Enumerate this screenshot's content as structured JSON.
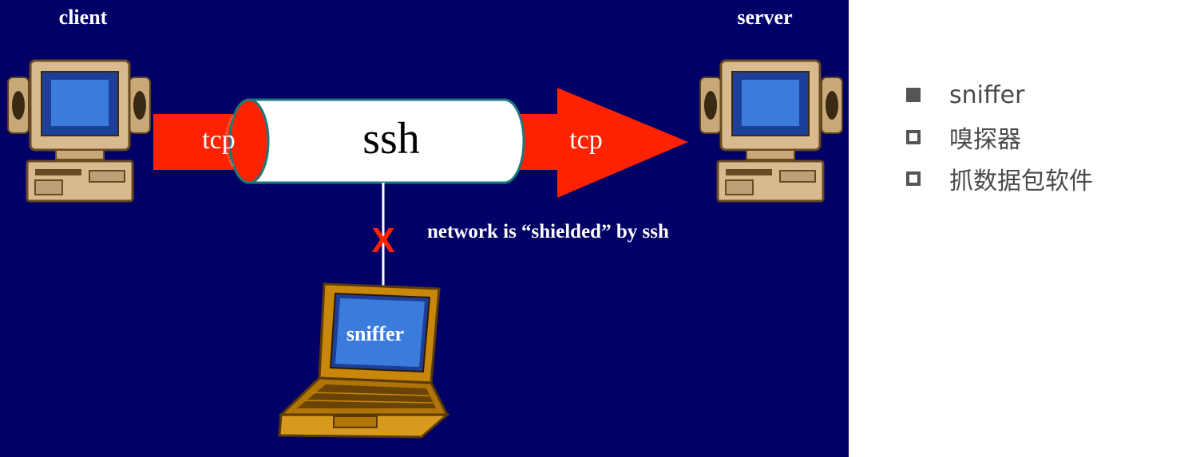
{
  "diagram": {
    "client_label": "client",
    "server_label": "server",
    "tunnel_label": "ssh",
    "tcp_left_label": "tcp",
    "tcp_right_label": "tcp",
    "sniffer_screen_label": "sniffer",
    "blocked_mark": "X",
    "shield_note": "network is “shielded” by ssh",
    "colors": {
      "background": "#000066",
      "arrow": "#ff2200",
      "tunnel": "#ffffff",
      "blocked_mark": "#ff2200",
      "computer_beige": "#d9b98e",
      "screen_blue": "#3a7bdc",
      "laptop_orange": "#c8860a"
    }
  },
  "bullets": [
    {
      "marker": "filled-square",
      "text": "sniffer"
    },
    {
      "marker": "hollow-square",
      "text": "嗅探器"
    },
    {
      "marker": "hollow-square",
      "text": "抓数据包软件"
    }
  ]
}
